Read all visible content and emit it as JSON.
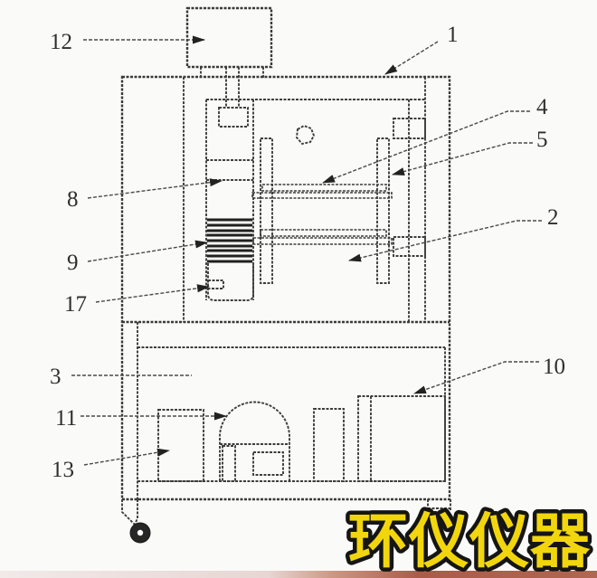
{
  "diagram": {
    "labels": {
      "l1": "1",
      "l2": "2",
      "l3": "3",
      "l4": "4",
      "l5": "5",
      "l8": "8",
      "l9": "9",
      "l10": "10",
      "l11": "11",
      "l12": "12",
      "l13": "13",
      "l17": "17"
    },
    "watermark": "环仪仪器",
    "colors": {
      "line": "#3d3d3d",
      "label_text": "#2e2e2e",
      "watermark_fill": "#f2d60d",
      "watermark_outline": "#151515",
      "background": "#fafaf9",
      "wheel": "#262626",
      "strip_left": "#f1eae9",
      "strip_right": "#ab5c48"
    }
  }
}
